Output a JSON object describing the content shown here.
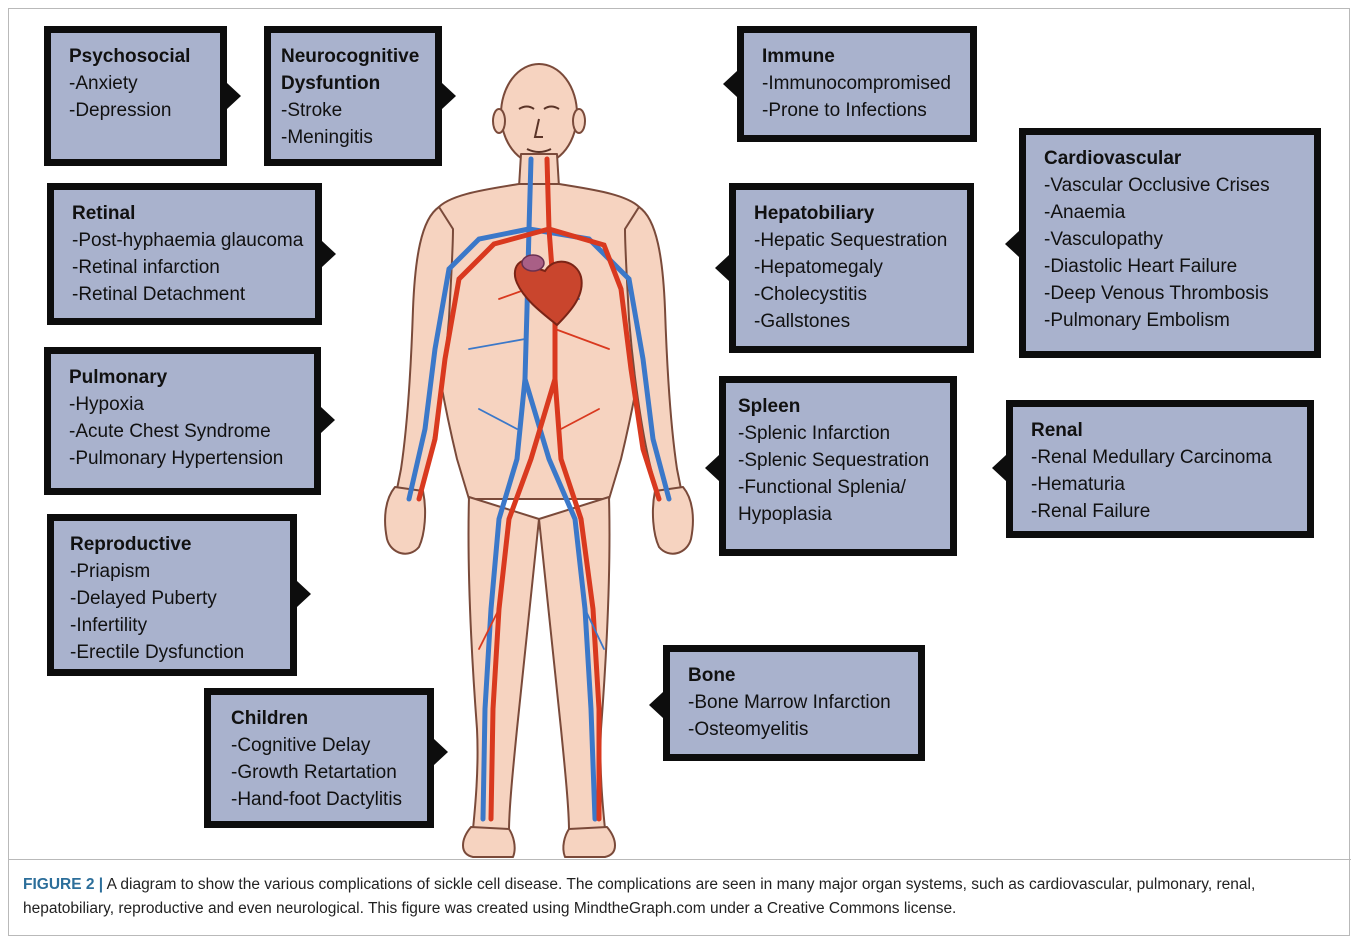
{
  "boxes": {
    "psychosocial": {
      "title": "Psychosocial",
      "items": [
        "-Anxiety",
        "-Depression"
      ]
    },
    "neurocognitive": {
      "title_line1": "Neurocognitive",
      "title_line2": "Dysfuntion",
      "items": [
        "-Stroke",
        "-Meningitis"
      ]
    },
    "immune": {
      "title": "Immune",
      "items": [
        "-Immunocompromised",
        "-Prone to Infections"
      ]
    },
    "retinal": {
      "title": "Retinal",
      "items": [
        "-Post-hyphaemia glaucoma",
        "-Retinal infarction",
        "-Retinal Detachment"
      ]
    },
    "hepatobiliary": {
      "title": "Hepatobiliary",
      "items": [
        "-Hepatic Sequestration",
        "-Hepatomegaly",
        "-Cholecystitis",
        "-Gallstones"
      ]
    },
    "cardiovascular": {
      "title": "Cardiovascular",
      "items": [
        "-Vascular Occlusive Crises",
        "-Anaemia",
        "-Vasculopathy",
        "-Diastolic Heart Failure",
        "-Deep Venous Thrombosis",
        "-Pulmonary Embolism"
      ]
    },
    "pulmonary": {
      "title": "Pulmonary",
      "items": [
        "-Hypoxia",
        "-Acute Chest Syndrome",
        "-Pulmonary Hypertension"
      ]
    },
    "spleen": {
      "title": "Spleen",
      "items": [
        "-Splenic Infarction",
        "-Splenic Sequestration",
        "-Functional Splenia/",
        "Hypoplasia"
      ]
    },
    "renal": {
      "title": "Renal",
      "items": [
        "-Renal Medullary Carcinoma",
        "-Hematuria",
        "-Renal Failure"
      ]
    },
    "reproductive": {
      "title": "Reproductive",
      "items": [
        "-Priapism",
        "-Delayed Puberty",
        "-Infertility",
        "-Erectile Dysfunction"
      ]
    },
    "bone": {
      "title": "Bone",
      "items": [
        "-Bone Marrow Infarction",
        "-Osteomyelitis"
      ]
    },
    "children": {
      "title": "Children",
      "items": [
        "-Cognitive Delay",
        "-Growth Retartation",
        "-Hand-foot Dactylitis"
      ]
    }
  },
  "caption": {
    "label": "FIGURE 2 |",
    "text": " A diagram to show the various complications of sickle cell disease. The complications are seen in many major organ systems, such as cardiovascular, pulmonary, renal, hepatobiliary, reproductive and even neurological. This figure was created using MindtheGraph.com under a Creative Commons license."
  },
  "colors": {
    "box_fill": "#a9b2cd",
    "box_border": "#0d0d0d",
    "skin": "#f6d3c0",
    "artery": "#d9391f",
    "vein": "#3b78c9",
    "caption_label": "#2c6e9a"
  }
}
